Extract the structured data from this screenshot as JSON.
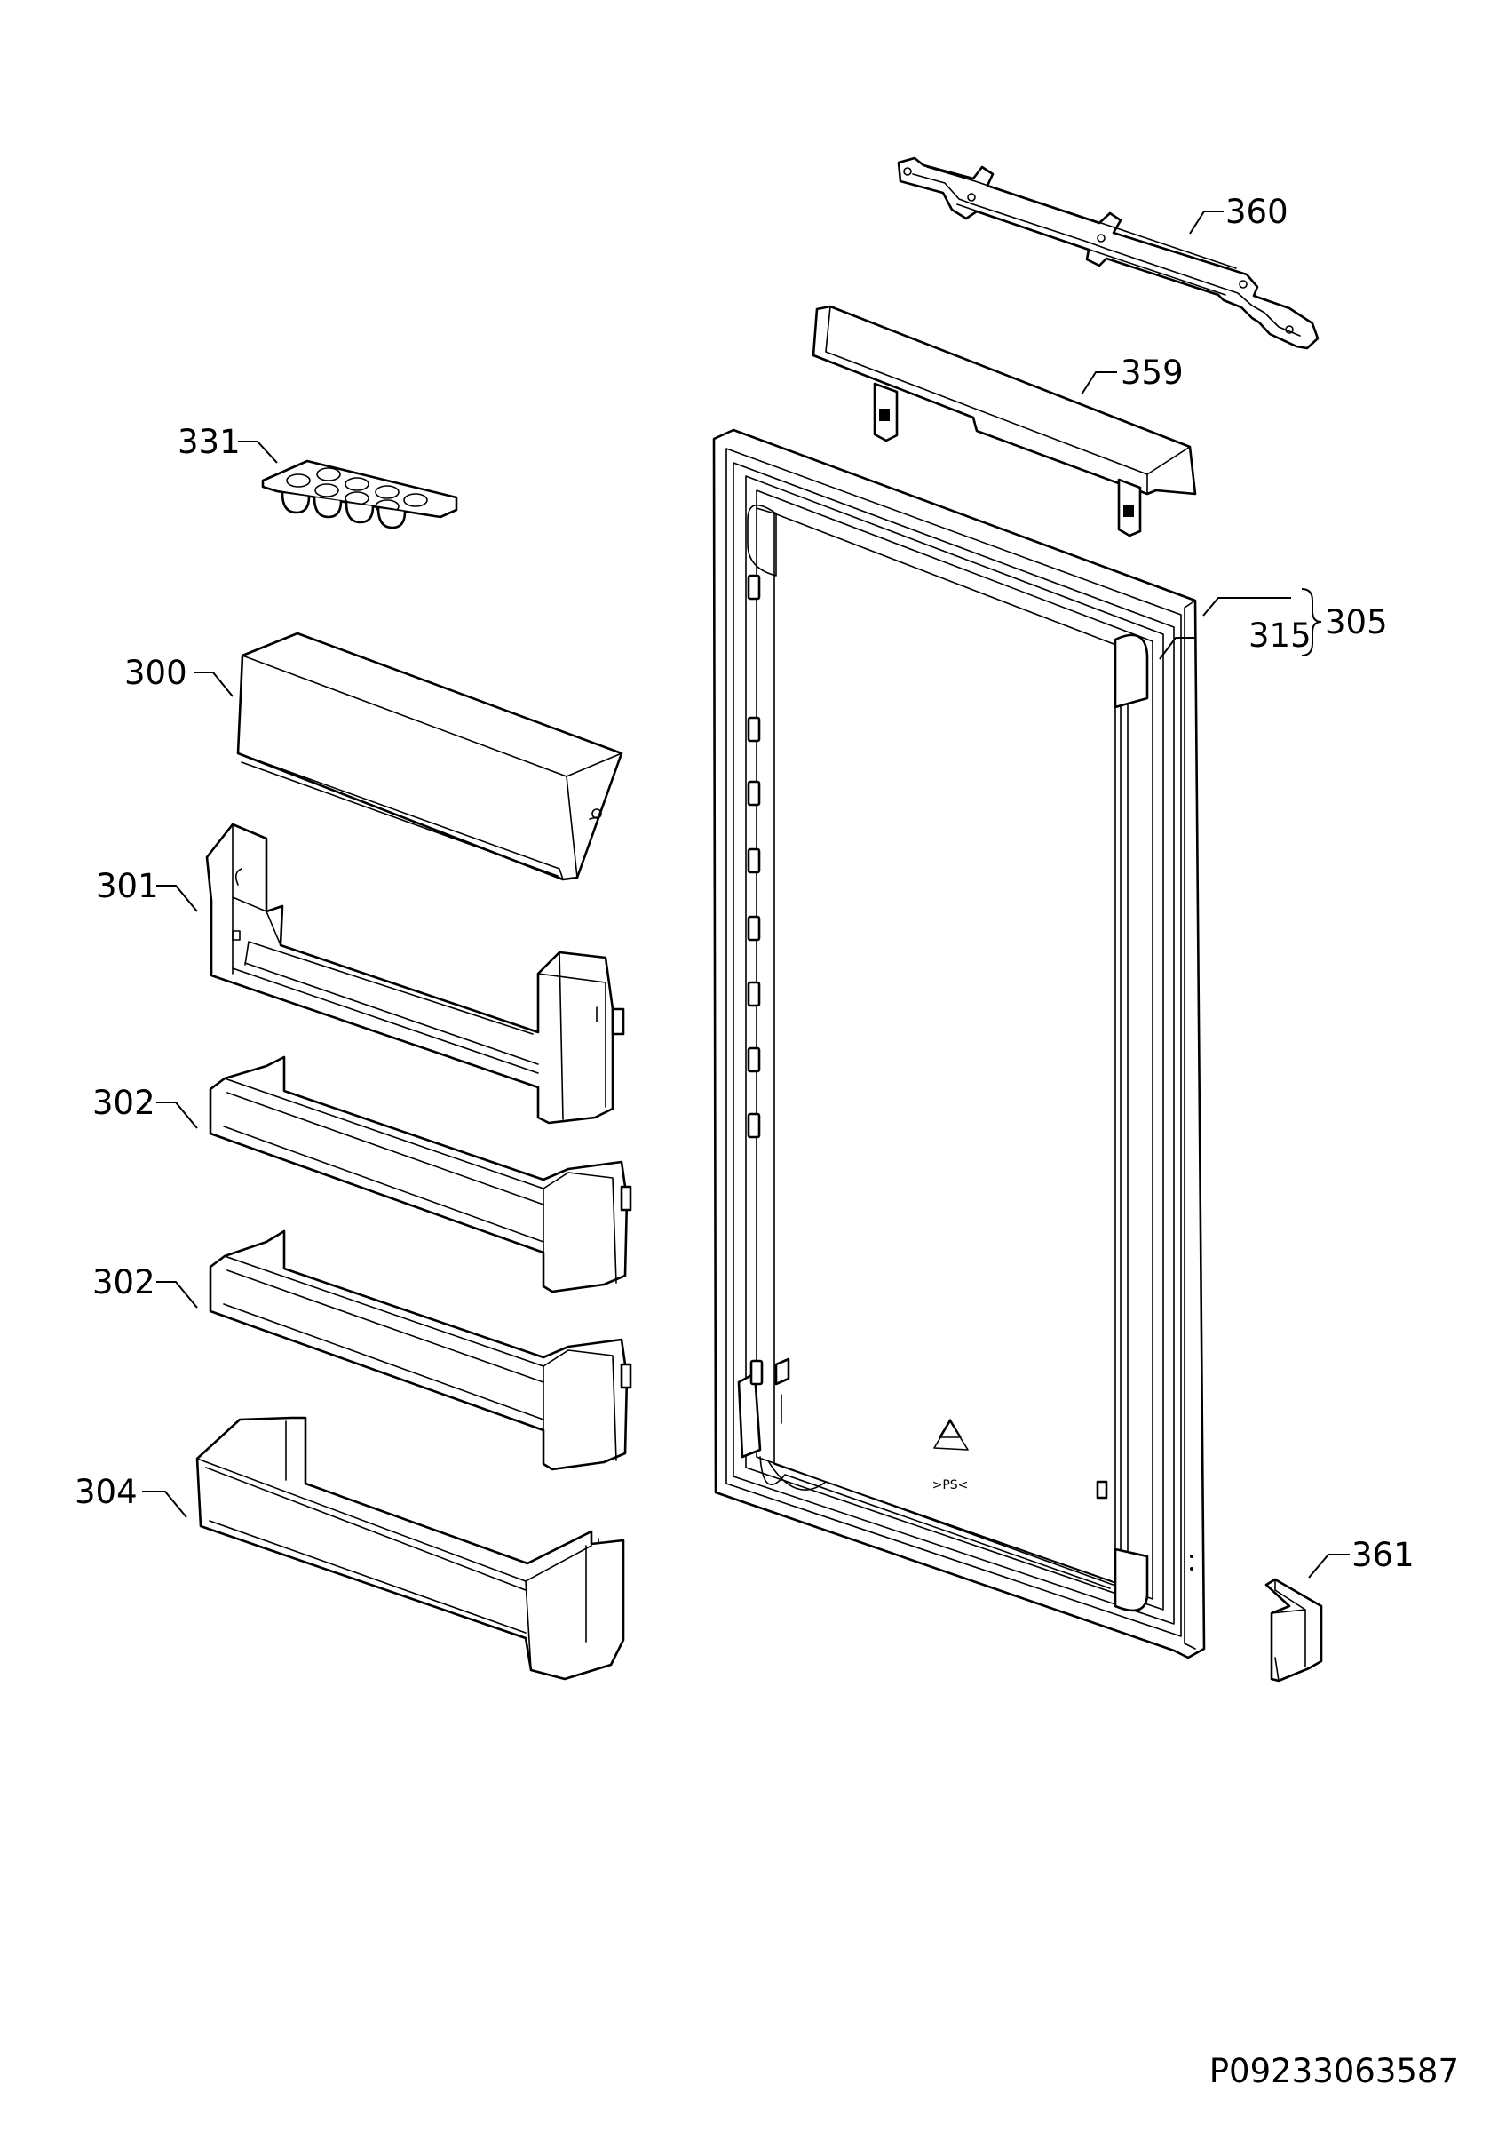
{
  "parts": [
    {
      "key": "p360",
      "label": "360"
    },
    {
      "key": "p359",
      "label": "359"
    },
    {
      "key": "p331",
      "label": "331"
    },
    {
      "key": "p305",
      "label": "305"
    },
    {
      "key": "p315",
      "label": "315"
    },
    {
      "key": "p300",
      "label": "300"
    },
    {
      "key": "p301",
      "label": "301"
    },
    {
      "key": "p302a",
      "label": "302"
    },
    {
      "key": "p302b",
      "label": "302"
    },
    {
      "key": "p304",
      "label": "304"
    },
    {
      "key": "p361",
      "label": "361"
    }
  ],
  "recycling_mark": ">PS<",
  "document_id": "P09233063587"
}
